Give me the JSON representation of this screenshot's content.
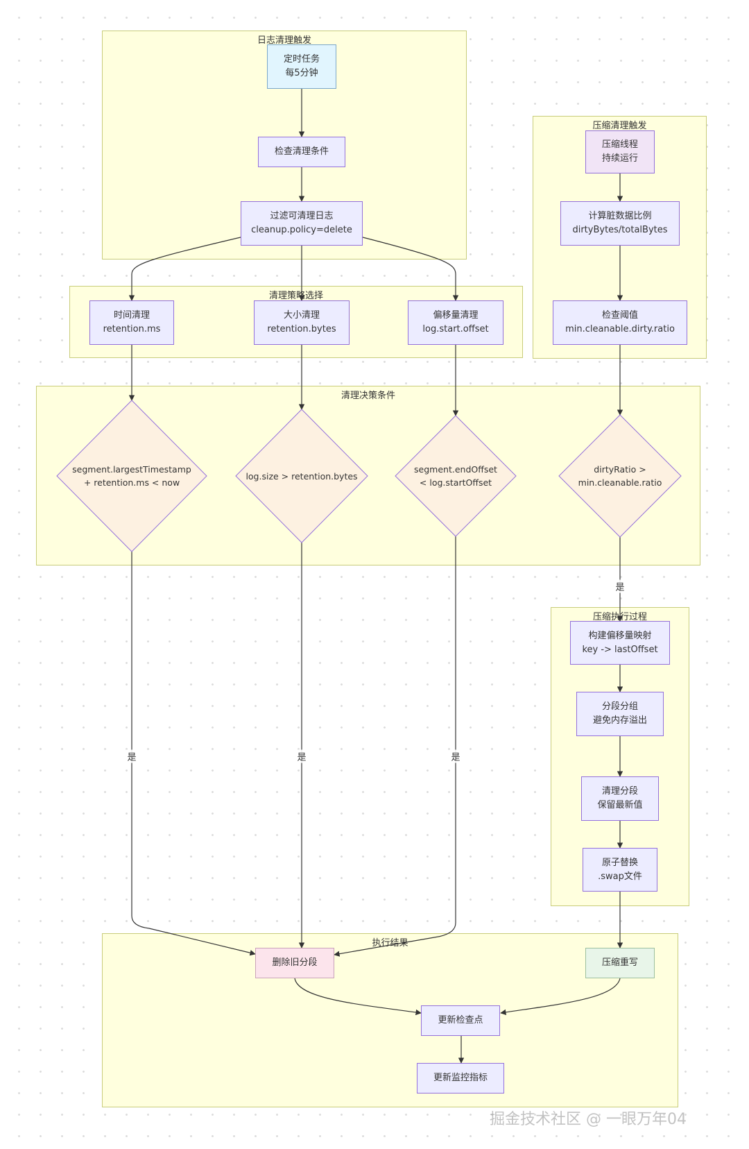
{
  "groups": {
    "log_trigger": "日志清理触发",
    "compact_trigger": "压缩清理触发",
    "strategy": "清理策略选择",
    "conditions": "清理决策条件",
    "compact_exec": "压缩执行过程",
    "result": "执行结果"
  },
  "nodes": {
    "timer": [
      "定时任务",
      "每5分钟"
    ],
    "check_cond": [
      "检查清理条件"
    ],
    "filter": [
      "过滤可清理日志",
      "cleanup.policy=delete"
    ],
    "time_clean": [
      "时间清理",
      "retention.ms"
    ],
    "size_clean": [
      "大小清理",
      "retention.bytes"
    ],
    "offset_clean": [
      "偏移量清理",
      "log.start.offset"
    ],
    "compact_thread": [
      "压缩线程",
      "持续运行"
    ],
    "dirty_ratio": [
      "计算脏数据比例",
      "dirtyBytes/totalBytes"
    ],
    "check_threshold": [
      "检查阈值",
      "min.cleanable.dirty.ratio"
    ],
    "build_map": [
      "构建偏移量映射",
      "key -> lastOffset"
    ],
    "segment_group": [
      "分段分组",
      "避免内存溢出"
    ],
    "clean_segment": [
      "清理分段",
      "保留最新值"
    ],
    "atomic_swap": [
      "原子替换",
      ".swap文件"
    ],
    "delete_old": [
      "删除旧分段"
    ],
    "compact_rewrite": [
      "压缩重写"
    ],
    "update_checkpoint": [
      "更新检查点"
    ],
    "update_metrics": [
      "更新监控指标"
    ]
  },
  "decisions": {
    "d_time": [
      "segment.largestTimestamp",
      "+ retention.ms < now"
    ],
    "d_size": [
      "log.size > retention.bytes"
    ],
    "d_offset": [
      "segment.endOffset",
      "< log.startOffset"
    ],
    "d_dirty": [
      "dirtyRatio >",
      "min.cleanable.ratio"
    ]
  },
  "edge_labels": {
    "yes": "是"
  },
  "colors": {
    "group_fill": "#ffffde",
    "node_fill": "#ececff",
    "node_border": "#9370db",
    "decision_fill": "#fdf1e1",
    "edge": "#333333"
  },
  "watermark": "掘金技术社区 @ 一眼万年04"
}
